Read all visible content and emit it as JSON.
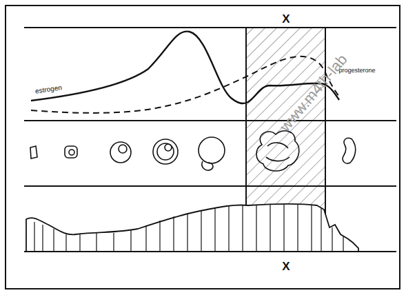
{
  "diagram": {
    "labels": [
      "X",
      "estrogen",
      "progesterone",
      "X",
      "www.m4th-lab"
    ]
  }
}
